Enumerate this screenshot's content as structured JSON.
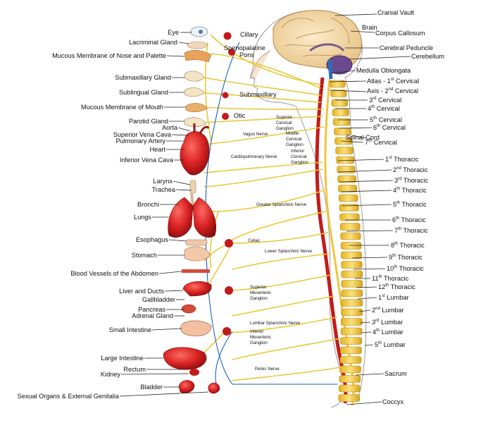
{
  "head_labels": {
    "cranial_vault": "Cranial Vault",
    "brain": "Brain",
    "corpus_callosum": "Corpus Callosum",
    "cerebral_peduncle": "Cerebral Peduncle",
    "cerebellum": "Cerebellum",
    "medulla_oblongata": "Medulla Oblongata"
  },
  "ganglia_labels": {
    "ciliary": "Cillary",
    "sphenopalatine": "Spenopalatine",
    "pons": "Pons",
    "submaxillary": "Submaxillary",
    "otic": "Otic"
  },
  "small_labels": {
    "vagus_nerve": "Vagus Nerve",
    "superior_cervical_1": "Superior",
    "superior_cervical_2": "Cervical",
    "superior_cervical_3": "Ganglion",
    "middle_cervical_1": "Middle",
    "middle_cervical_2": "Cervical",
    "middle_cervical_3": "Ganglion",
    "inferior_cervical_1": "Inferior",
    "inferior_cervical_2": "Cervical",
    "inferior_cervical_3": "Ganglion",
    "cardiopulmonary_nerve": "Cardiopulmonary Nerve",
    "greater_splanchnic": "Greater Splanchnic Nerve",
    "celiac": "Celiac",
    "lower_splanchnic": "Lower Splanchnic Nerve",
    "sup_mesenteric_1": "Superior",
    "sup_mesenteric_2": "Mesenteric",
    "sup_mesenteric_3": "Ganglion",
    "lumbar_splanchnic": "Lumbar Splanchnic Nerve",
    "inf_mesenteric_1": "Inferior",
    "inf_mesenteric_2": "Mesenteric",
    "inf_mesenteric_3": "Ganglion",
    "pelvic_nerve": "Pelvic Nerve"
  },
  "organ_labels": {
    "eye": "Eye",
    "lacrimal_gland": "Lacriminal Gland",
    "mucous_nose": "Mucous Membrane  of Nose and Palette",
    "submaxillary_gland": "Submaxillary Gland",
    "sublingual_gland": "Sublingual Gland",
    "mucous_mouth": "Mucous Membrane  of Mouth",
    "parotid_gland": "Parotid Gland",
    "aorta": "Aorta",
    "superior_vena_cava": "Superior Vena Cava",
    "pulmonary_artery": "Pulmonary Artery",
    "heart": "Heart",
    "inferior_vena_cava": "Inferior Vena Cava",
    "larynx": "Larynx",
    "trachea": "Trachea",
    "bronchi": "Bronchi",
    "lungs": "Lungs",
    "esophagus": "Esophagus",
    "stomach": "Stomach",
    "blood_vessels_abdomen": "Blood Vessels of  the Abdomen",
    "liver_ducts": "Liver and Ducts",
    "gallbladder": "Gallbladder",
    "pancreas": "Pancreas",
    "adrenal_gland": "Adrenal Gland",
    "small_intestine": "Small Intestine",
    "large_intestine": "Large Intestine",
    "kidney": "Kidney",
    "rectum": "Rectum",
    "bladder": "Bladder",
    "sexual_organs": "Sexual Organs & External Genitalia"
  },
  "spine_labels": {
    "atlas": "Atlas - 1",
    "atlas_sup": "st",
    "atlas_tail": " Cervical",
    "axis": "Axis - 2",
    "axis_sup": "nd",
    "axis_tail": " Cervical",
    "spinal_cord": "Spinal Cord",
    "sacrum": "Sacrum",
    "coccyx": "Coccyx",
    "vertebrae": [
      {
        "num": "3",
        "sup": "rd",
        "name": "Cervical"
      },
      {
        "num": "4",
        "sup": "th",
        "name": "Cervical"
      },
      {
        "num": "5",
        "sup": "th",
        "name": "Cervical"
      },
      {
        "num": "6",
        "sup": "th",
        "name": "Cervical"
      },
      {
        "num": "7",
        "sup": "th",
        "name": "Cervical"
      },
      {
        "num": "1",
        "sup": "st",
        "name": "Thoracic"
      },
      {
        "num": "2",
        "sup": "nd",
        "name": "Thoracic"
      },
      {
        "num": "3",
        "sup": "rd",
        "name": "Thoracic"
      },
      {
        "num": "4",
        "sup": "th",
        "name": "Thoracic"
      },
      {
        "num": "5",
        "sup": "th",
        "name": "Thoracic"
      },
      {
        "num": "6",
        "sup": "th",
        "name": "Thoracic"
      },
      {
        "num": "7",
        "sup": "th",
        "name": "Thoracic"
      },
      {
        "num": "8",
        "sup": "th",
        "name": "Thoracic"
      },
      {
        "num": "9",
        "sup": "th",
        "name": "Thoracic"
      },
      {
        "num": "10",
        "sup": "th",
        "name": "Thoracic"
      },
      {
        "num": "11",
        "sup": "th",
        "name": "Thoracic"
      },
      {
        "num": "12",
        "sup": "th",
        "name": "Thoracic"
      },
      {
        "num": "1",
        "sup": "st",
        "name": "Lumbar"
      },
      {
        "num": "2",
        "sup": "nd",
        "name": "Lumbar"
      },
      {
        "num": "3",
        "sup": "rd",
        "name": "Lumbar"
      },
      {
        "num": "4",
        "sup": "th",
        "name": "Lumbar"
      },
      {
        "num": "5",
        "sup": "th",
        "name": "Lumbar"
      }
    ]
  },
  "colors": {
    "nerve": "#e8c93a",
    "vertebra": "#f2cc3c",
    "organ": "#c8181e",
    "brain": "#f3d9a4",
    "blue_nerve": "#1a62b8"
  }
}
